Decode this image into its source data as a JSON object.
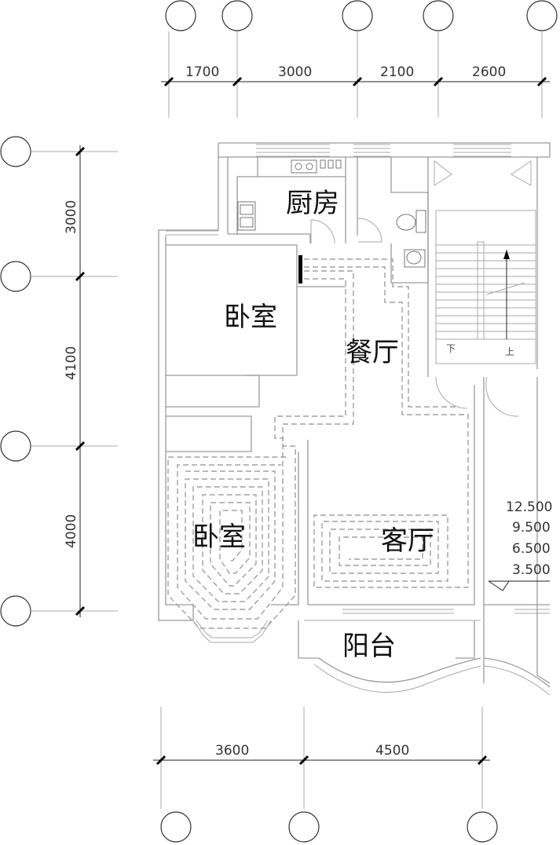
{
  "top_dimensions": [
    "1700",
    "3000",
    "2100",
    "2600"
  ],
  "left_dimensions": [
    "3000",
    "4100",
    "4000"
  ],
  "bottom_dimensions": [
    "3600",
    "4500"
  ],
  "rooms": {
    "kitchen": "厨房",
    "bedroom_upper": "卧室",
    "dining": "餐厅",
    "bedroom_lower": "卧室",
    "living": "客厅",
    "balcony": "阳台"
  },
  "elevations": [
    "12.500",
    "9.500",
    "6.500",
    "3.500"
  ],
  "stairs": {
    "down": "下",
    "up": "上"
  }
}
